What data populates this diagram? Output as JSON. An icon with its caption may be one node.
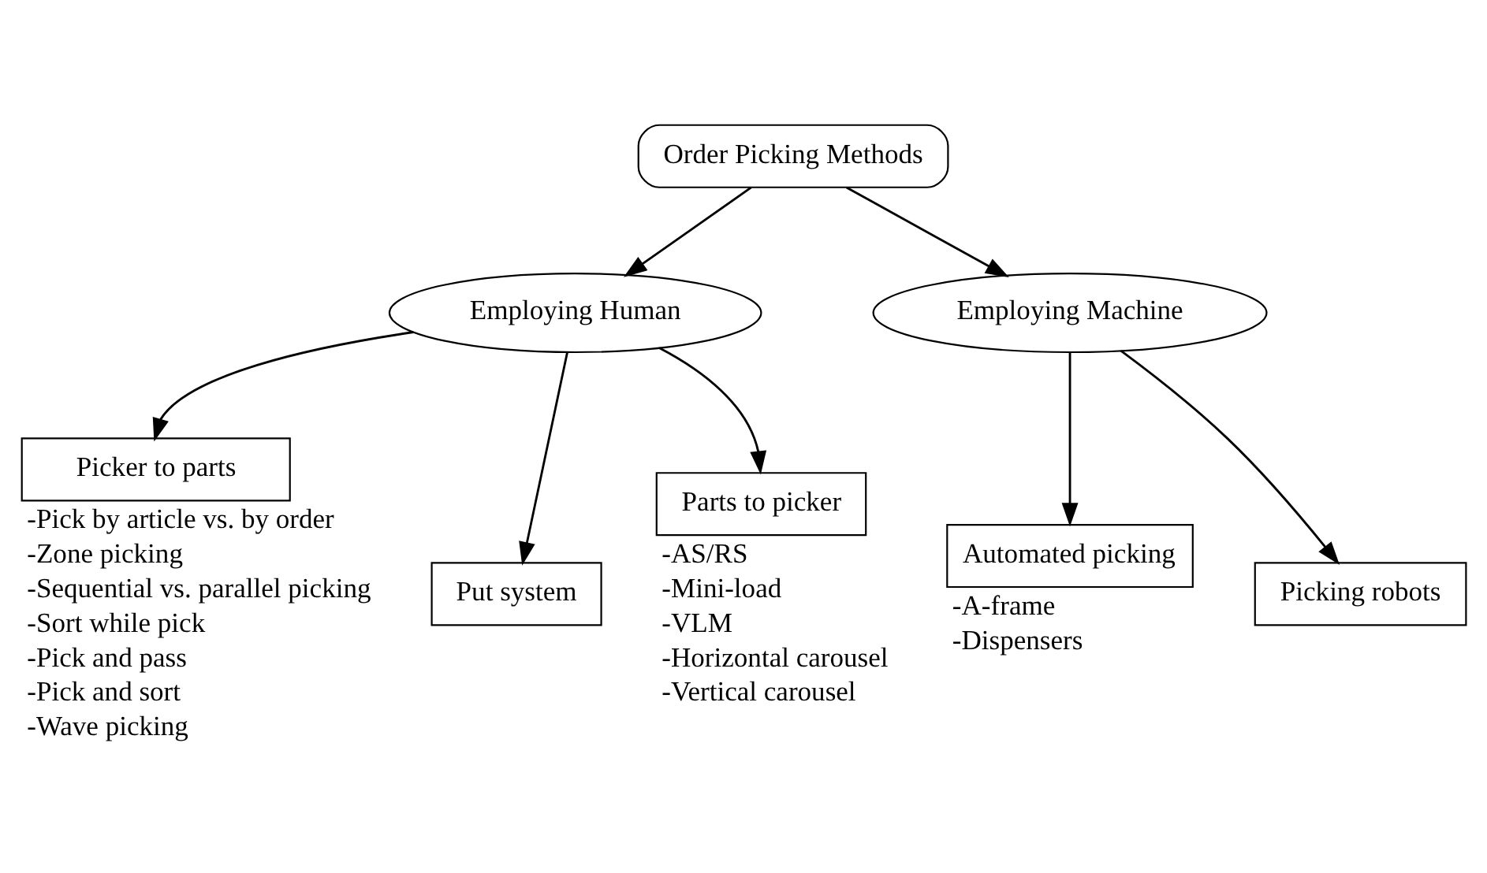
{
  "diagram": {
    "nodes": [
      {
        "text": [
          "Order Picking Methods"
        ]
      },
      {
        "text": [
          "Employing Human"
        ]
      },
      {
        "text": [
          "Employing Machine"
        ]
      },
      {
        "text": [
          "Picker to parts"
        ],
        "beside": [
          "-Pick by article vs. by order",
          "-Zone picking",
          "-Sequential vs. parallel picking",
          "-Sort while pick",
          "-Pick and pass",
          "-Pick and sort",
          "-Wave picking"
        ]
      },
      {
        "text": [
          "Put system"
        ]
      },
      {
        "text": [
          "Parts to picker"
        ],
        "beside": [
          "-AS/RS",
          "-Mini-load",
          "-VLM",
          "-Horizontal carousel",
          "-Vertical carousel"
        ]
      },
      {
        "text": [
          "Automated picking"
        ],
        "beside": [
          "-A-frame",
          "-Dispensers"
        ]
      },
      {
        "text": [
          "Picking robots"
        ]
      }
    ],
    "edges": [
      {
        "from": 0,
        "to": 1,
        "arrow": "to"
      },
      {
        "from": 0,
        "to": 2,
        "arrow": "to"
      },
      {
        "from": 1,
        "to": 3,
        "arrow": "to"
      },
      {
        "from": 1,
        "to": 4,
        "arrow": "to"
      },
      {
        "from": 1,
        "to": 5,
        "arrow": "to"
      },
      {
        "from": 2,
        "to": 6,
        "arrow": "to"
      },
      {
        "from": 2,
        "to": 7,
        "arrow": "to"
      }
    ]
  }
}
